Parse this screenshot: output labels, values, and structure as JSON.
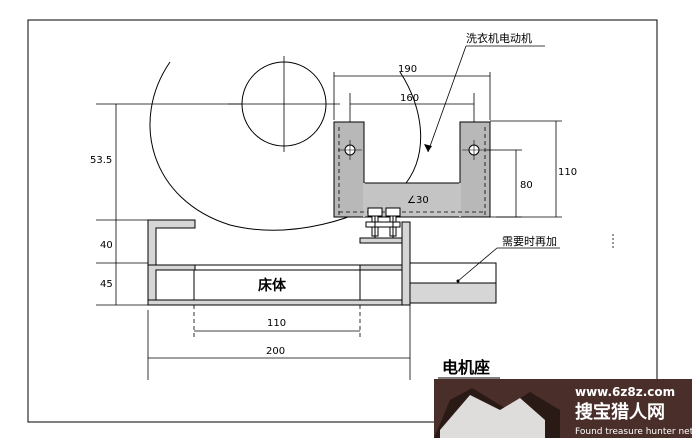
{
  "labels": {
    "motor_name": "洗衣机电动机",
    "dim_190": "190",
    "dim_160": "160",
    "dim_110_right": "110",
    "dim_80": "80",
    "dim_angle": "∠30",
    "dim_53_5": "53.5",
    "dim_40": "40",
    "dim_45": "45",
    "bed_body": "床体",
    "dim_110_bottom": "110",
    "dim_200": "200",
    "add_when_needed": "需要时再加",
    "title": "电机座"
  },
  "watermark": {
    "url": "www.6z8z.com",
    "brand_cn": "搜宝猎人网",
    "brand_en": "Found treasure hunter net"
  },
  "colors": {
    "line": "#000000",
    "hatch_gray": "#b8b8b8",
    "light_gray": "#d6d6d6",
    "watermark_bg": "#4a2e2a"
  }
}
